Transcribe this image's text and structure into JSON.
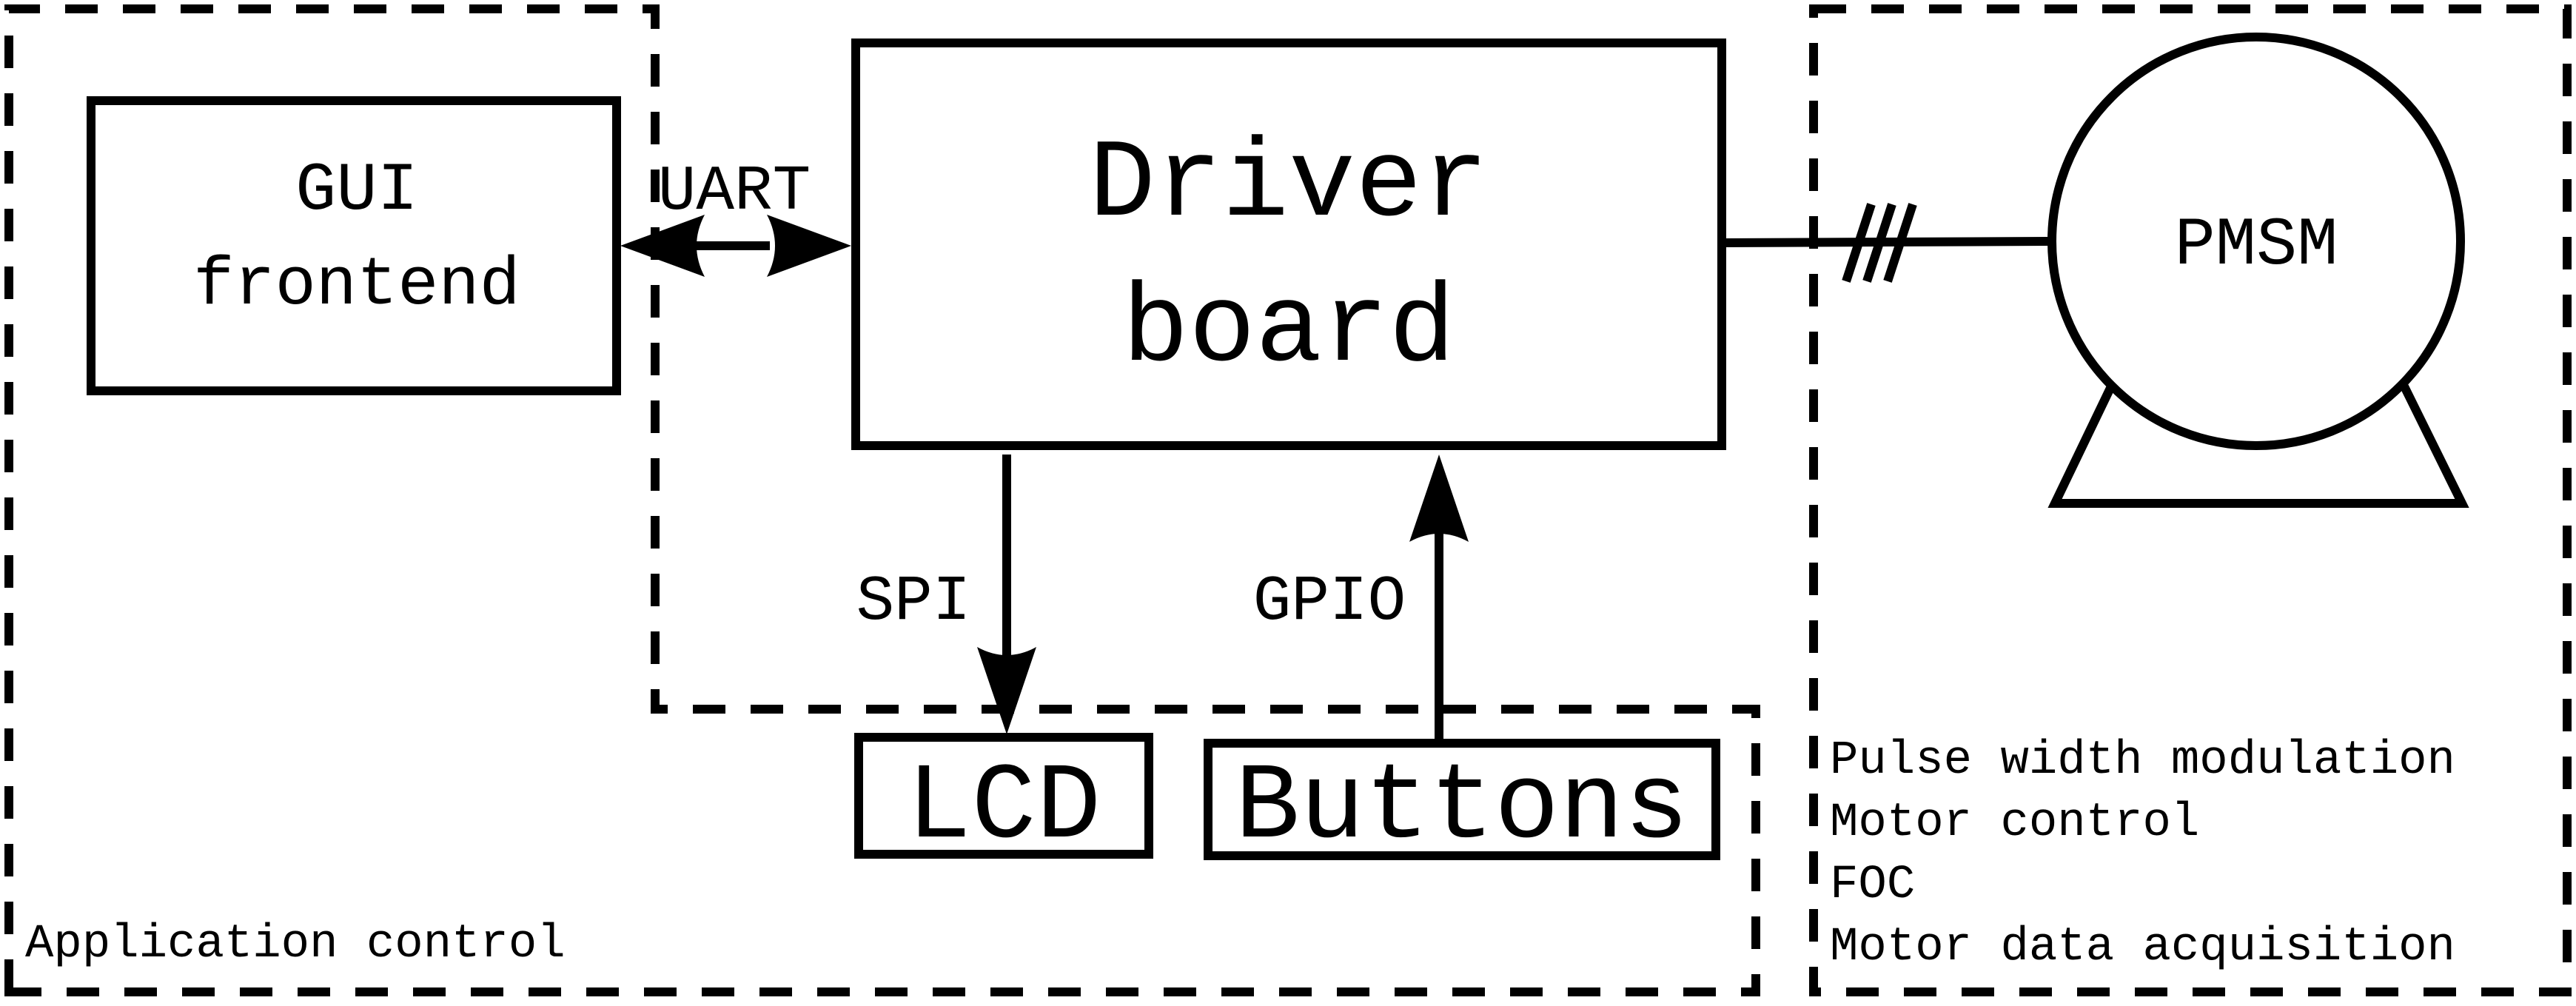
{
  "nodes": {
    "gui_frontend": {
      "line1": "GUI",
      "line2": "frontend"
    },
    "driver_board": {
      "line1": "Driver",
      "line2": "board"
    },
    "pmsm": {
      "label": "PMSM"
    },
    "lcd": {
      "label": "LCD"
    },
    "buttons": {
      "label": "Buttons"
    }
  },
  "connections": {
    "uart": {
      "label": "UART",
      "direction": "bidirectional"
    },
    "spi": {
      "label": "SPI",
      "direction": "driver-to-lcd"
    },
    "gpio": {
      "label": "GPIO",
      "direction": "buttons-to-driver"
    },
    "three_phase": {
      "label": "///"
    }
  },
  "regions": {
    "application": {
      "label": "Application control"
    },
    "motor": {
      "items": [
        "Pulse width modulation",
        "Motor control",
        "FOC",
        "Motor data acquisition"
      ]
    }
  }
}
